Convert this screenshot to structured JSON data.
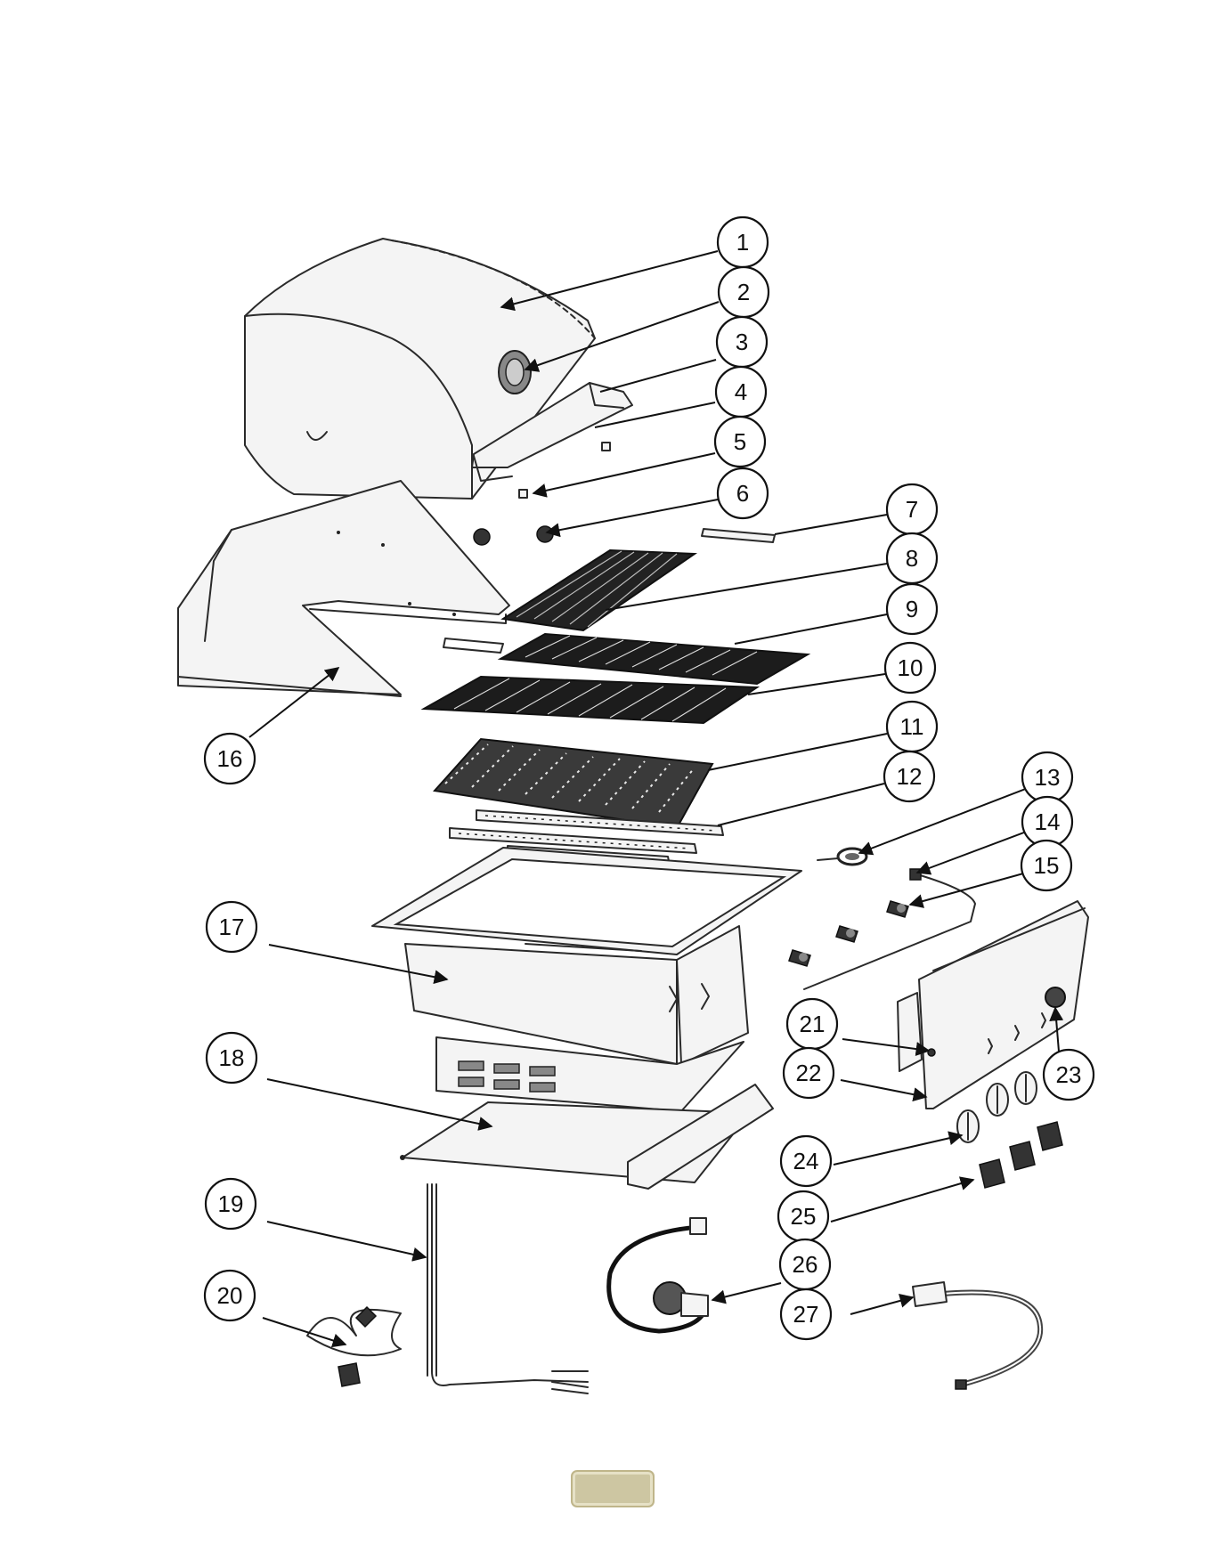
{
  "callouts": [
    {
      "label": "1"
    },
    {
      "label": "2"
    },
    {
      "label": "3"
    },
    {
      "label": "4"
    },
    {
      "label": "5"
    },
    {
      "label": "6"
    },
    {
      "label": "7"
    },
    {
      "label": "8"
    },
    {
      "label": "9"
    },
    {
      "label": "10"
    },
    {
      "label": "11"
    },
    {
      "label": "12"
    },
    {
      "label": "13"
    },
    {
      "label": "14"
    },
    {
      "label": "15"
    },
    {
      "label": "16"
    },
    {
      "label": "17"
    },
    {
      "label": "18"
    },
    {
      "label": "19"
    },
    {
      "label": "20"
    },
    {
      "label": "21"
    },
    {
      "label": "22"
    },
    {
      "label": "23"
    },
    {
      "label": "24"
    },
    {
      "label": "25"
    },
    {
      "label": "26"
    },
    {
      "label": "27"
    }
  ],
  "page_tab": {
    "color": "#cdc6a2"
  }
}
